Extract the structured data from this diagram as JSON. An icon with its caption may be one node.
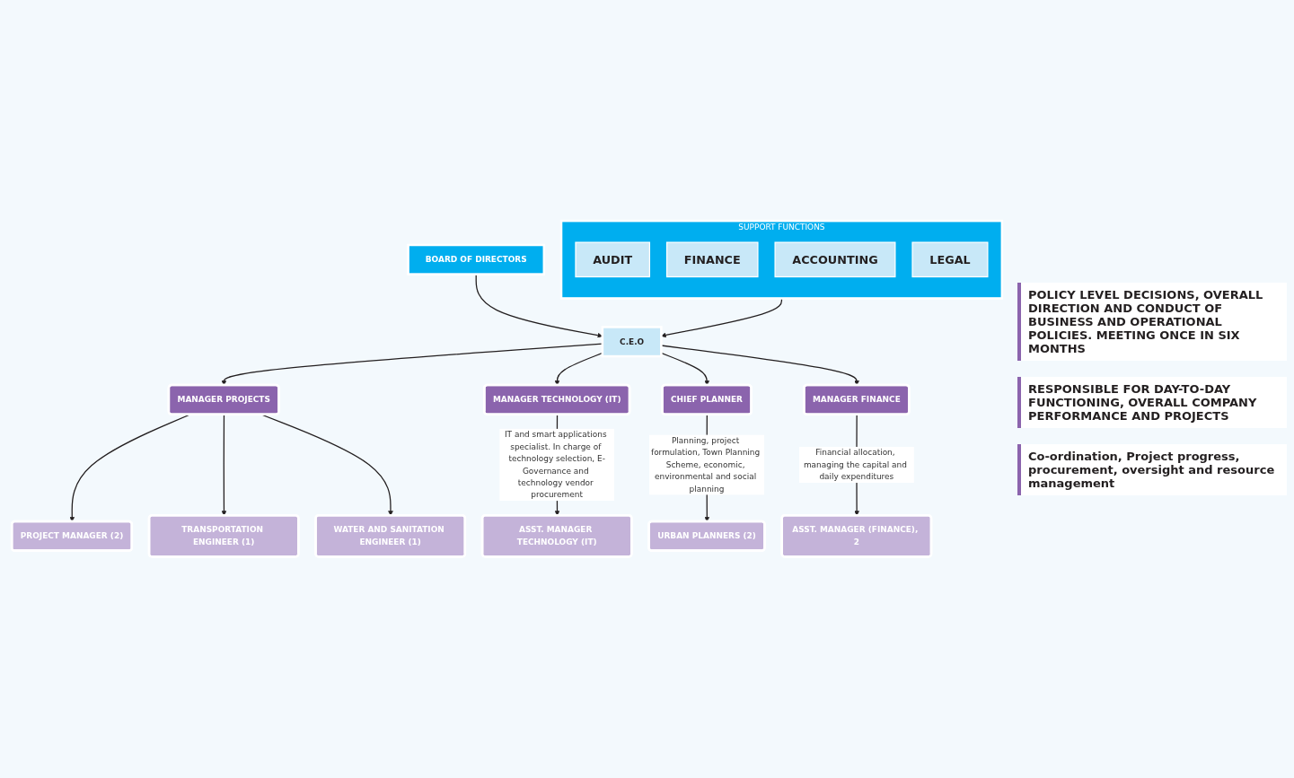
{
  "diagram": {
    "nodes": [
      {
        "text": [
          "BOARD OF DIRECTORS"
        ]
      },
      {
        "text": [
          "SUPPORT  FUNCTIONS"
        ]
      },
      {
        "text": [
          "AUDIT"
        ],
        "in": 1
      },
      {
        "text": [
          "FINANCE"
        ],
        "in": 1
      },
      {
        "text": [
          "ACCOUNTING"
        ],
        "in": 1
      },
      {
        "text": [
          "LEGAL"
        ],
        "in": 1
      },
      {
        "text": [
          "C.E.O"
        ]
      },
      {
        "text": [
          "MANAGER PROJECTS"
        ]
      },
      {
        "text": [
          "MANAGER TECHNOLOGY (IT)"
        ]
      },
      {
        "text": [
          "CHIEF PLANNER"
        ]
      },
      {
        "text": [
          "MANAGER FINANCE"
        ]
      },
      {
        "text": [
          "PROJECT MANAGER (2)"
        ]
      },
      {
        "text": [
          "TRANSPORTATION ENGINEER (1)"
        ]
      },
      {
        "text": [
          "WATER AND SANITATION ENGINEER (1)"
        ]
      },
      {
        "text": [
          "ASST. MANAGER TECHNOLOGY (IT)"
        ]
      },
      {
        "text": [
          "URBAN PLANNERS (2)"
        ]
      },
      {
        "text": [
          "ASST. MANAGER (FINANCE), 2"
        ]
      }
    ],
    "edges": [
      {
        "from": 0,
        "to": 6,
        "arrow": "to"
      },
      {
        "from": 1,
        "to": 6,
        "arrow": "to"
      },
      {
        "from": 6,
        "to": 7,
        "arrow": "to"
      },
      {
        "from": 6,
        "to": 8,
        "arrow": "to"
      },
      {
        "from": 6,
        "to": 9,
        "arrow": "to"
      },
      {
        "from": 6,
        "to": 10,
        "arrow": "to"
      },
      {
        "from": 7,
        "to": 11,
        "arrow": "to"
      },
      {
        "from": 7,
        "to": 12,
        "arrow": "to"
      },
      {
        "from": 7,
        "to": 13,
        "arrow": "to"
      },
      {
        "from": 8,
        "to": 14,
        "arrow": "to",
        "label": "IT and smart applications specialist. In charge of technology selection, E-Governance and technology vendor procurement"
      },
      {
        "from": 9,
        "to": 15,
        "arrow": "to",
        "label": "Planning, project formulation, Town Planning Scheme, economic, environmental and social planning"
      },
      {
        "from": 10,
        "to": 16,
        "arrow": "to",
        "label": "Financial allocation, managing the capital and daily expenditures"
      }
    ],
    "labels": [
      "POLICY LEVEL DECISIONS, OVERALL DIRECTION AND CONDUCT OF BUSINESS AND OPERATIONAL POLICIES. MEETING ONCE IN SIX MONTHS",
      "RESPONSIBLE FOR DAY-TO-DAY FUNCTIONING, OVERALL COMPANY PERFORMANCE AND PROJECTS",
      "Co-ordination, Project progress, procurement, oversight and resource management"
    ]
  }
}
